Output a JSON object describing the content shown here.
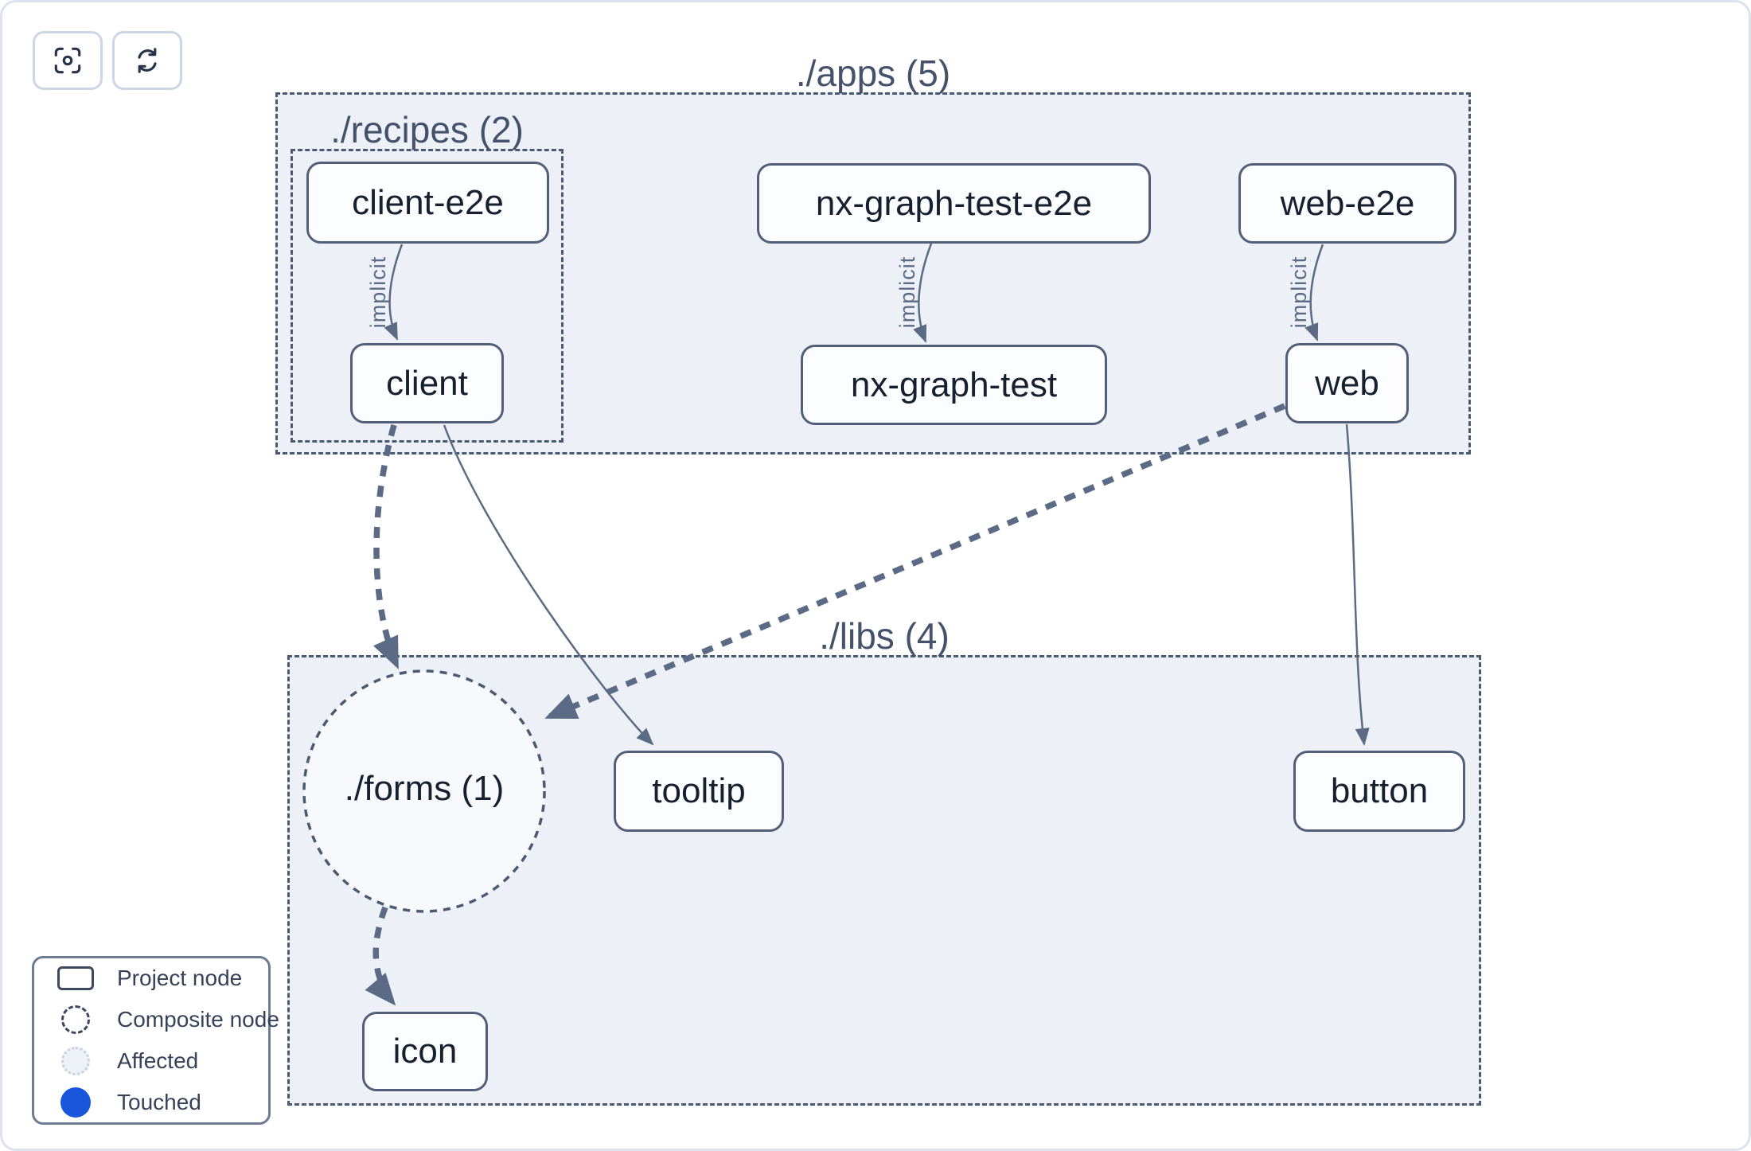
{
  "toolbar": {
    "buttons": [
      {
        "icon": "viewfinder-focus-icon",
        "action": "center-graph"
      },
      {
        "icon": "refresh-icon",
        "action": "refresh-graph"
      }
    ]
  },
  "graph": {
    "groups": {
      "apps": {
        "label": "./apps (5)"
      },
      "recipes": {
        "label": "./recipes (2)"
      },
      "libs": {
        "label": "./libs (4)"
      }
    },
    "composite_nodes": [
      {
        "id": "forms",
        "label": "./forms (1)"
      }
    ],
    "nodes": {
      "client_e2e": {
        "label": "client-e2e"
      },
      "client": {
        "label": "client"
      },
      "nx_graph_test_e2e": {
        "label": "nx-graph-test-e2e"
      },
      "nx_graph_test": {
        "label": "nx-graph-test"
      },
      "web_e2e": {
        "label": "web-e2e"
      },
      "web": {
        "label": "web"
      },
      "tooltip": {
        "label": "tooltip"
      },
      "button": {
        "label": "button"
      },
      "icon": {
        "label": "icon"
      }
    },
    "edge_label": "implicit",
    "edges": [
      {
        "from": "client-e2e",
        "to": "client",
        "type": "implicit",
        "style": "thin-solid"
      },
      {
        "from": "nx-graph-test-e2e",
        "to": "nx-graph-test",
        "type": "implicit",
        "style": "thin-solid"
      },
      {
        "from": "web-e2e",
        "to": "web",
        "type": "implicit",
        "style": "thin-solid"
      },
      {
        "from": "client",
        "to": "./forms",
        "type": "static",
        "style": "thick-dashed"
      },
      {
        "from": "client",
        "to": "tooltip",
        "type": "static",
        "style": "thin-solid"
      },
      {
        "from": "web",
        "to": "./forms",
        "type": "static",
        "style": "thick-dashed"
      },
      {
        "from": "web",
        "to": "button",
        "type": "static",
        "style": "thin-solid"
      },
      {
        "from": "./forms",
        "to": "icon",
        "type": "static",
        "style": "thick-dashed"
      }
    ]
  },
  "legend": {
    "items": [
      {
        "icon": "project-node-swatch",
        "label": "Project node"
      },
      {
        "icon": "composite-node-swatch",
        "label": "Composite node"
      },
      {
        "icon": "affected-swatch",
        "label": "Affected"
      },
      {
        "icon": "touched-swatch",
        "label": "Touched"
      }
    ]
  },
  "colors": {
    "container_fill": "#edf1f7",
    "composite_fill": "#f7f9fc",
    "dashed_stroke": "#4b5971",
    "edge": "#5c6b85",
    "node_border": "#535f79",
    "node_text": "#16202f",
    "touched_blue": "#1a56db"
  }
}
